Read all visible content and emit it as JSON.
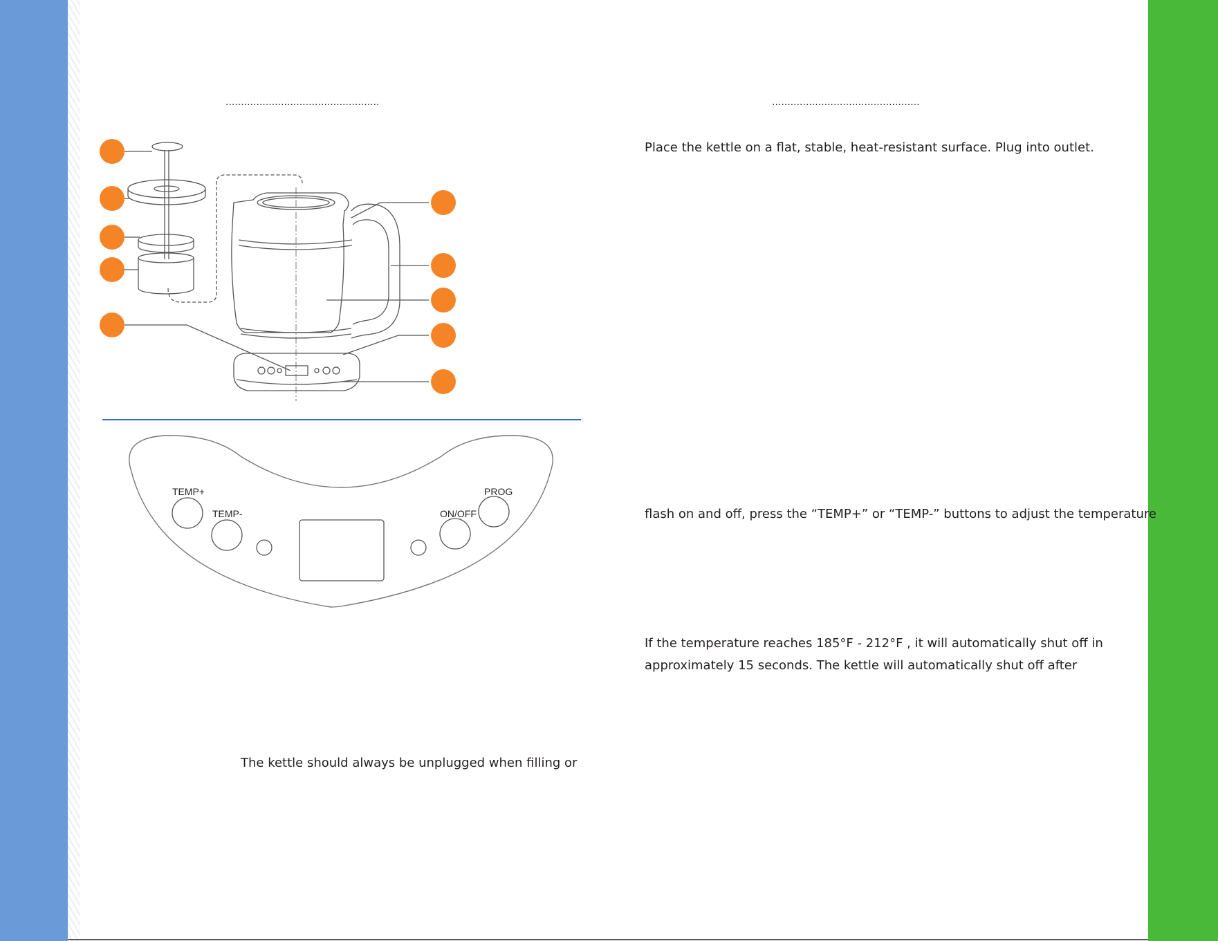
{
  "side_bars": {
    "left_color": "#6a9bd8",
    "right_color": "#49b93a"
  },
  "left_column": {
    "section_rule": "..................................................",
    "callout_color": "#f58426",
    "control_panel": {
      "temp_plus": "TEMP+",
      "temp_minus": "TEMP-",
      "on_off": "ON/OFF",
      "prog": "PROG"
    },
    "note": "The kettle should always be unplugged when filling or"
  },
  "right_column": {
    "section_rule": "................................................",
    "step1": "Place the kettle on a flat, stable, heat-resistant surface. Plug into outlet.",
    "step2": "flash on and off, press the “TEMP+” or “TEMP-” buttons to adjust the temperature",
    "step3_line1": "If the temperature reaches 185°F - 212°F , it will automatically shut off in",
    "step3_line2": "approximately 15 seconds. The kettle will automatically shut off after"
  }
}
